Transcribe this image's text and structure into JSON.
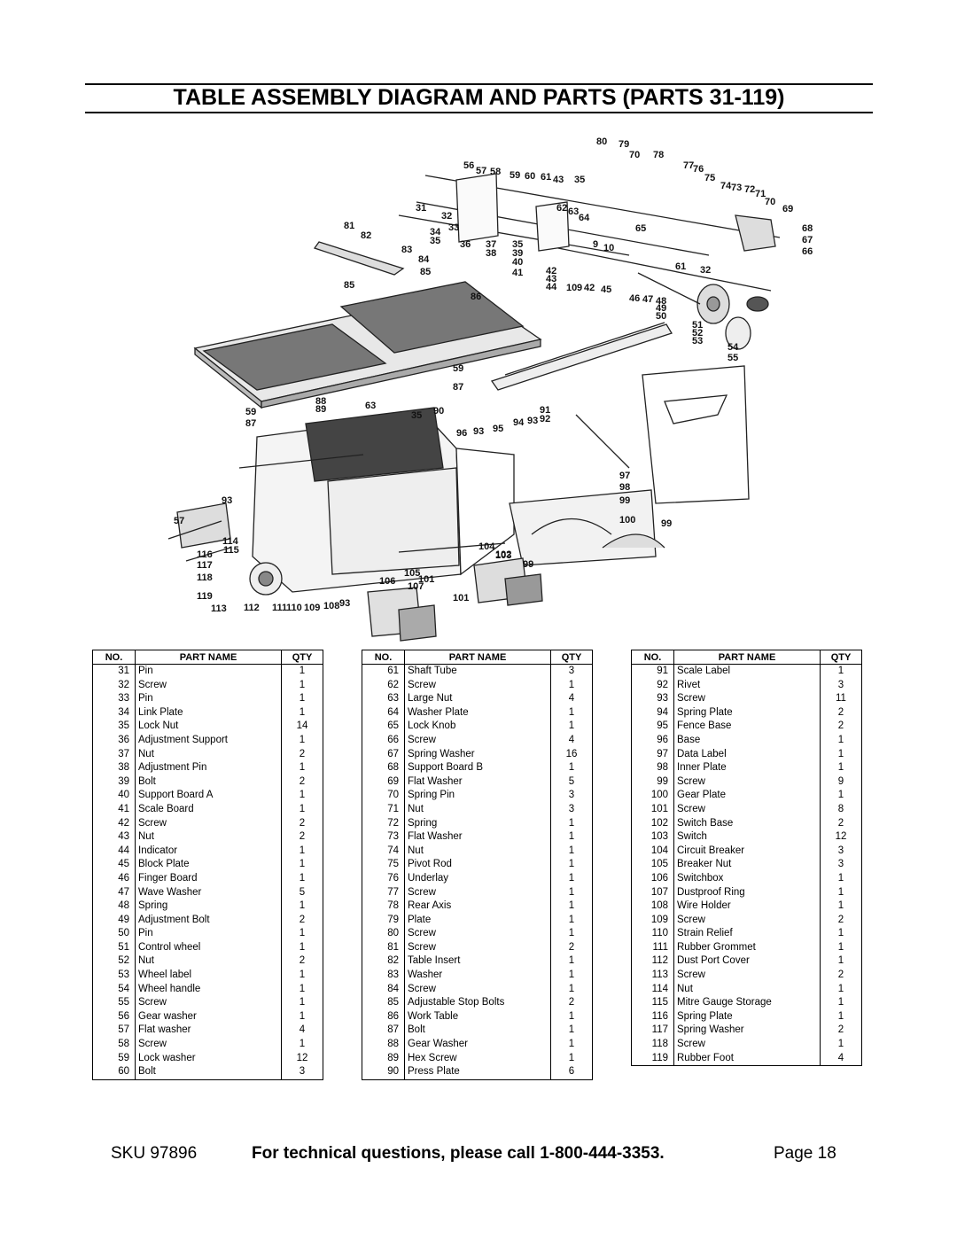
{
  "title": "TABLE ASSEMBLY DIAGRAM AND PARTS (PARTS 31-119)",
  "headers": {
    "no": "NO.",
    "name": "PART NAME",
    "qty": "QTY"
  },
  "callouts": [
    "80",
    "79",
    "70",
    "78",
    "77",
    "76",
    "75",
    "74",
    "73",
    "72",
    "71",
    "70",
    "69",
    "56",
    "57",
    "58",
    "59",
    "60",
    "61",
    "43",
    "35",
    "31",
    "32",
    "33",
    "34",
    "35",
    "36",
    "37",
    "35",
    "38",
    "39",
    "40",
    "41",
    "62",
    "63",
    "64",
    "65",
    "9",
    "10",
    "81",
    "82",
    "83",
    "84",
    "85",
    "85",
    "86",
    "68",
    "67",
    "66",
    "42",
    "43",
    "44",
    "10",
    "9",
    "42",
    "45",
    "46",
    "47",
    "48",
    "49",
    "50",
    "61",
    "32",
    "51",
    "52",
    "53",
    "54",
    "55",
    "59",
    "87",
    "88",
    "89",
    "63",
    "35",
    "90",
    "91",
    "92",
    "94",
    "93",
    "95",
    "96",
    "93",
    "59",
    "87",
    "97",
    "98",
    "99",
    "100",
    "99",
    "93",
    "57",
    "114",
    "115",
    "116",
    "117",
    "118",
    "119",
    "113",
    "112",
    "111",
    "110",
    "109",
    "108",
    "93",
    "106",
    "107",
    "101",
    "104",
    "105",
    "101",
    "102",
    "103",
    "99"
  ],
  "tables": [
    {
      "rows": [
        [
          "31",
          "Pin",
          "1"
        ],
        [
          "32",
          "Screw",
          "1"
        ],
        [
          "33",
          "Pin",
          "1"
        ],
        [
          "34",
          "Link Plate",
          "1"
        ],
        [
          "35",
          "Lock Nut",
          "14"
        ],
        [
          "36",
          "Adjustment Support",
          "1"
        ],
        [
          "37",
          "Nut",
          "2"
        ],
        [
          "38",
          "Adjustment Pin",
          "1"
        ],
        [
          "39",
          "Bolt",
          "2"
        ],
        [
          "40",
          "Support Board A",
          "1"
        ],
        [
          "41",
          "Scale Board",
          "1"
        ],
        [
          "42",
          "Screw",
          "2"
        ],
        [
          "43",
          "Nut",
          "2"
        ],
        [
          "44",
          "Indicator",
          "1"
        ],
        [
          "45",
          "Block Plate",
          "1"
        ],
        [
          "46",
          "Finger Board",
          "1"
        ],
        [
          "47",
          "Wave Washer",
          "5"
        ],
        [
          "48",
          "Spring",
          "1"
        ],
        [
          "49",
          "Adjustment Bolt",
          "2"
        ],
        [
          "50",
          "Pin",
          "1"
        ],
        [
          "51",
          "Control wheel",
          "1"
        ],
        [
          "52",
          "Nut",
          "2"
        ],
        [
          "53",
          "Wheel label",
          "1"
        ],
        [
          "54",
          "Wheel handle",
          "1"
        ],
        [
          "55",
          "Screw",
          "1"
        ],
        [
          "56",
          "Gear washer",
          "1"
        ],
        [
          "57",
          "Flat washer",
          "4"
        ],
        [
          "58",
          "Screw",
          "1"
        ],
        [
          "59",
          "Lock washer",
          "12"
        ],
        [
          "60",
          "Bolt",
          "3"
        ]
      ]
    },
    {
      "rows": [
        [
          "61",
          "Shaft Tube",
          "3"
        ],
        [
          "62",
          "Screw",
          "1"
        ],
        [
          "63",
          "Large Nut",
          "4"
        ],
        [
          "64",
          "Washer Plate",
          "1"
        ],
        [
          "65",
          "Lock Knob",
          "1"
        ],
        [
          "66",
          "Screw",
          "4"
        ],
        [
          "67",
          "Spring Washer",
          "16"
        ],
        [
          "68",
          "Support Board B",
          "1"
        ],
        [
          "69",
          "Flat Washer",
          "5"
        ],
        [
          "70",
          "Spring Pin",
          "3"
        ],
        [
          "71",
          "Nut",
          "3"
        ],
        [
          "72",
          "Spring",
          "1"
        ],
        [
          "73",
          "Flat Washer",
          "1"
        ],
        [
          "74",
          "Nut",
          "1"
        ],
        [
          "75",
          "Pivot Rod",
          "1"
        ],
        [
          "76",
          "Underlay",
          "1"
        ],
        [
          "77",
          "Screw",
          "1"
        ],
        [
          "78",
          "Rear Axis",
          "1"
        ],
        [
          "79",
          "Plate",
          "1"
        ],
        [
          "80",
          "Screw",
          "1"
        ],
        [
          "81",
          "Screw",
          "2"
        ],
        [
          "82",
          "Table Insert",
          "1"
        ],
        [
          "83",
          "Washer",
          "1"
        ],
        [
          "84",
          "Screw",
          "1"
        ],
        [
          "85",
          "Adjustable Stop Bolts",
          "2"
        ],
        [
          "86",
          "Work Table",
          "1"
        ],
        [
          "87",
          "Bolt",
          "1"
        ],
        [
          "88",
          "Gear Washer",
          "1"
        ],
        [
          "89",
          "Hex Screw",
          "1"
        ],
        [
          "90",
          "Press Plate",
          "6"
        ]
      ]
    },
    {
      "rows": [
        [
          "91",
          "Scale Label",
          "1"
        ],
        [
          "92",
          "Rivet",
          "3"
        ],
        [
          "93",
          "Screw",
          "11"
        ],
        [
          "94",
          "Spring Plate",
          "2"
        ],
        [
          "95",
          "Fence Base",
          "2"
        ],
        [
          "96",
          "Base",
          "1"
        ],
        [
          "97",
          "Data Label",
          "1"
        ],
        [
          "98",
          "Inner Plate",
          "1"
        ],
        [
          "99",
          "Screw",
          "9"
        ],
        [
          "100",
          "Gear Plate",
          "1"
        ],
        [
          "101",
          "Screw",
          "8"
        ],
        [
          "102",
          "Switch Base",
          "2"
        ],
        [
          "103",
          "Switch",
          "12"
        ],
        [
          "104",
          "Circuit Breaker",
          "3"
        ],
        [
          "105",
          "Breaker Nut",
          "3"
        ],
        [
          "106",
          "Switchbox",
          "1"
        ],
        [
          "107",
          "Dustproof Ring",
          "1"
        ],
        [
          "108",
          "Wire Holder",
          "1"
        ],
        [
          "109",
          "Screw",
          "2"
        ],
        [
          "110",
          "Strain Relief",
          "1"
        ],
        [
          "111",
          "Rubber Grommet",
          "1"
        ],
        [
          "112",
          "Dust Port Cover",
          "1"
        ],
        [
          "113",
          "Screw",
          "2"
        ],
        [
          "114",
          "Nut",
          "1"
        ],
        [
          "115",
          "Mitre Gauge Storage",
          "1"
        ],
        [
          "116",
          "Spring Plate",
          "1"
        ],
        [
          "117",
          "Spring Washer",
          "2"
        ],
        [
          "118",
          "Screw",
          "1"
        ],
        [
          "119",
          "Rubber Foot",
          "4"
        ]
      ]
    }
  ],
  "footer": {
    "sku": "SKU 97896",
    "tech": "For technical questions, please call 1-800-444-3353.",
    "page": "Page 18"
  }
}
